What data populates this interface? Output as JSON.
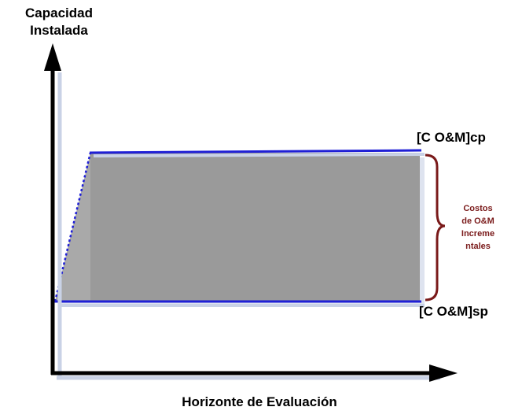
{
  "y_axis": {
    "title_line1": "Capacidad",
    "title_line2": "Instalada"
  },
  "x_axis": {
    "title": "Horizonte de Evaluación"
  },
  "levels": {
    "top_label": "[C O&M]cp",
    "bottom_label": "[C O&M]sp"
  },
  "brace": {
    "line1": "Costos",
    "line2": "de O&M",
    "line3": "Increme",
    "line4": "ntales"
  },
  "colors": {
    "axis": "#000000",
    "level_line": "#1f1fd6",
    "shaded_area": "#9a9a9a",
    "shadow": "#c9d2e6",
    "brace": "#7a1a1a"
  }
}
